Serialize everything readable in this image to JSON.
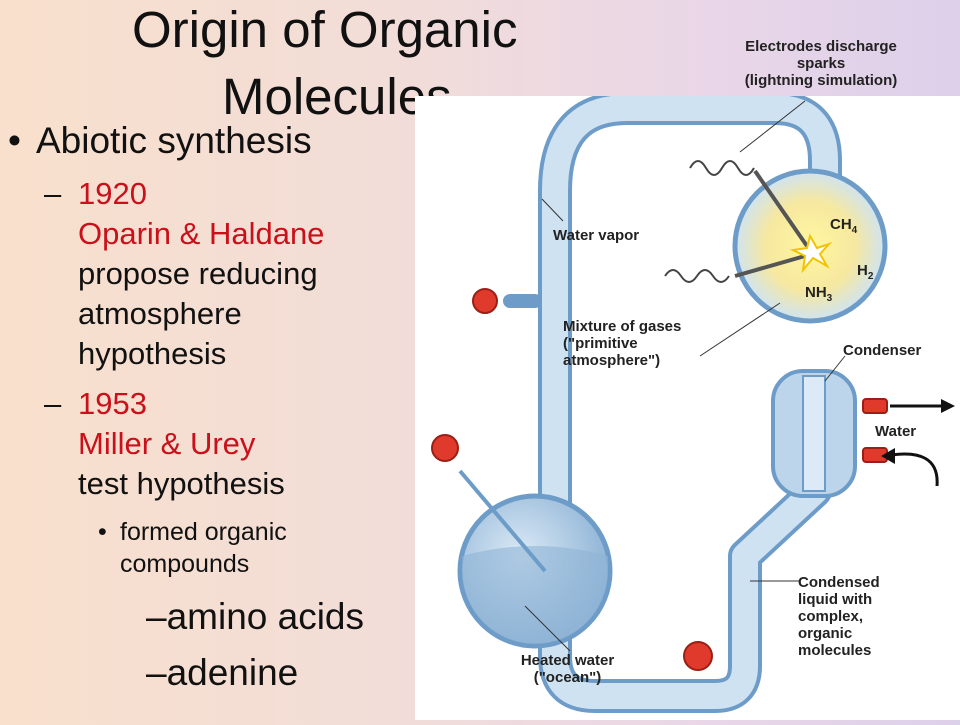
{
  "title": {
    "line1": "Origin of Organic",
    "line2": "Molecules"
  },
  "bullets": {
    "main": "Abiotic synthesis",
    "item1": {
      "year": "1920",
      "who": "Oparin & Haldane",
      "l1": "propose reducing",
      "l2": "atmosphere",
      "l3": "hypothesis"
    },
    "item2": {
      "year": "1953",
      "who": "Miller & Urey",
      "l1": "test hypothesis"
    },
    "sub": {
      "l1": "formed organic",
      "l2": "compounds"
    },
    "list": [
      "–amino acids",
      "–adenine"
    ]
  },
  "diagram": {
    "electrodes": {
      "l1": "Electrodes discharge",
      "l2": "sparks",
      "l3": "(lightning simulation)"
    },
    "water_vapor": "Water vapor",
    "mixture": {
      "l1": "Mixture of gases",
      "l2": "(\"primitive",
      "l3": "atmosphere\")"
    },
    "condenser": "Condenser",
    "water": "Water",
    "condensed": {
      "l1": "Condensed",
      "l2": "liquid with",
      "l3": "complex,",
      "l4": "organic",
      "l5": "molecules"
    },
    "heated": {
      "l1": "Heated water",
      "l2": "(\"ocean\")"
    },
    "gases": {
      "ch": "CH",
      "ch_sub": "4",
      "h": "H",
      "h_sub": "2",
      "nh": "NH",
      "nh_sub": "3"
    }
  }
}
